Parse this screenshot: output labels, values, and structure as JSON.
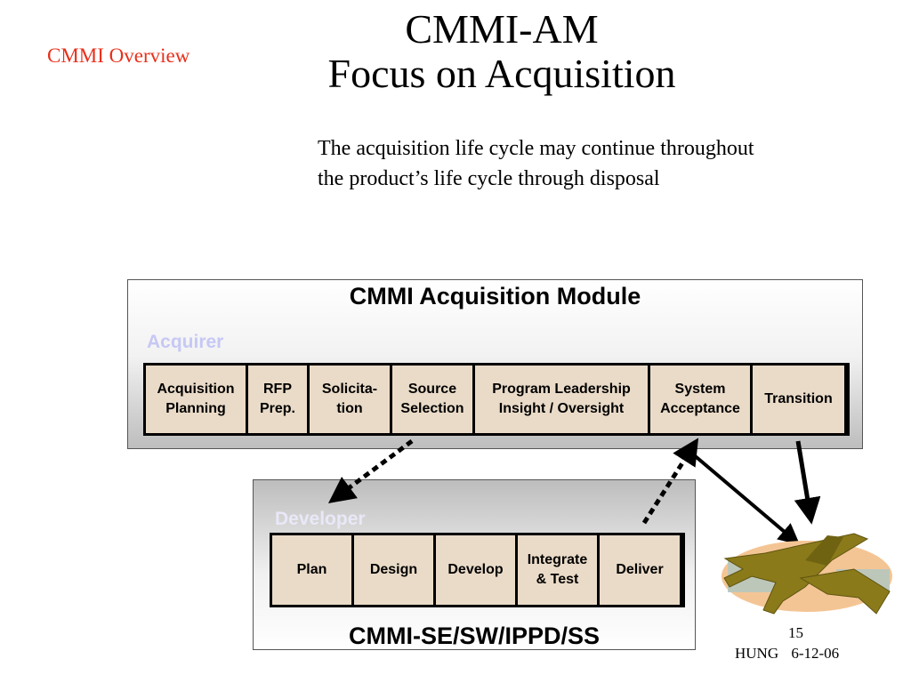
{
  "section_label": "CMMI Overview",
  "title": {
    "line1": "CMMI-AM",
    "line2": "Focus on Acquisition"
  },
  "note": {
    "line1": "The acquisition life cycle may continue throughout",
    "line2": "the product’s life cycle through disposal"
  },
  "acquisition_module": {
    "title": "CMMI Acquisition Module",
    "role": "Acquirer",
    "phases": [
      {
        "line1": "Acquisition",
        "line2": "Planning"
      },
      {
        "line1": "RFP",
        "line2": "Prep."
      },
      {
        "line1": "Solicita-",
        "line2": "tion"
      },
      {
        "line1": "Source",
        "line2": "Selection"
      },
      {
        "line1": "Program Leadership",
        "line2": "Insight / Oversight"
      },
      {
        "line1": "System",
        "line2": "Acceptance"
      },
      {
        "line1": "Transition",
        "line2": ""
      }
    ]
  },
  "developer_module": {
    "role": "Developer",
    "phases": [
      {
        "line1": "Plan",
        "line2": ""
      },
      {
        "line1": "Design",
        "line2": ""
      },
      {
        "line1": "Develop",
        "line2": ""
      },
      {
        "line1": "Integrate",
        "line2": "& Test"
      },
      {
        "line1": "Deliver",
        "line2": ""
      }
    ],
    "label": "CMMI-SE/SW/IPPD/SS"
  },
  "footer": {
    "page": "15",
    "author": "HUNG",
    "date": "6-12-06"
  },
  "icons": [
    "aircraft-icon"
  ],
  "colors": {
    "section_label": "#e8301b",
    "phase_fill": "#eadbc8",
    "role_label": "#c6c8f4",
    "aircraft": "#8a7a1a"
  }
}
